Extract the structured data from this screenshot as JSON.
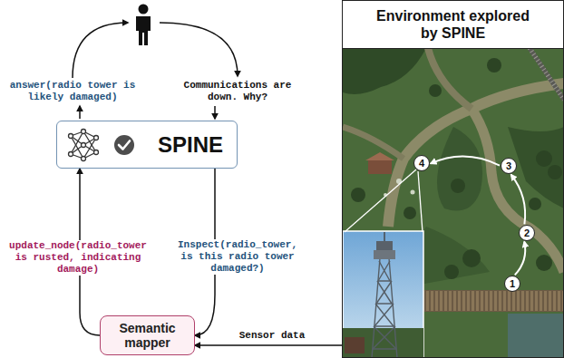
{
  "diagram": {
    "nodes": [
      {
        "text": [
          "SPINE"
        ]
      },
      {
        "text": [
          "Semantic mapper"
        ]
      },
      {
        "text": [
          "Environment explored by SPINE"
        ]
      },
      {
        "text": [
          "1"
        ],
        "in": 2
      },
      {
        "text": [
          "2"
        ],
        "in": 2
      },
      {
        "text": [
          "3"
        ],
        "in": 2
      },
      {
        "text": [
          "4"
        ],
        "in": 2
      }
    ],
    "edges": [
      {
        "from": 0,
        "to": 1,
        "label": "Inspect(radio_tower, is this radio tower damaged?)",
        "arrow": "to"
      },
      {
        "from": 1,
        "to": 0,
        "label": "update_node(radio_tower is rusted, indicating damage)",
        "arrow": "to"
      },
      {
        "from": 2,
        "to": 1,
        "label": "Sensor data",
        "arrow": "to"
      },
      {
        "from": 3,
        "to": 4,
        "arrow": "to"
      },
      {
        "from": 4,
        "to": 5,
        "arrow": "to"
      },
      {
        "from": 5,
        "to": 6,
        "arrow": "to"
      }
    ],
    "labels": [
      "answer(radio tower is likely damaged)",
      "Communications are down. Why?"
    ]
  }
}
